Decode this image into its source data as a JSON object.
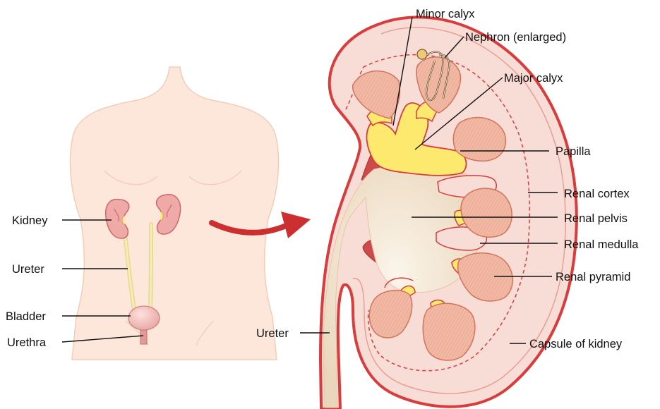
{
  "colors": {
    "skin": "#fde5d6",
    "skin_outline": "#f1c9b3",
    "kidney_tissue": "#f8dcd6",
    "capsule": "#d83c3c",
    "pyramid": "#f1b7a1",
    "calyx": "#fde96e",
    "pelvis": "#f2e4cf",
    "ureter_small": "#efe2a0",
    "bladder": "#f3c1be",
    "vessel_dark": "#cd4a4a",
    "arrow": "#cc2f2f"
  },
  "body_labels": {
    "kidney": "Kidney",
    "ureter": "Ureter",
    "bladder": "Bladder",
    "urethra": "Urethra"
  },
  "kidney_labels": {
    "minor_calyx": "Minor calyx",
    "nephron": "Nephron (enlarged)",
    "major_calyx": "Major calyx",
    "papilla": "Papilla",
    "renal_cortex": "Renal cortex",
    "renal_pelvis": "Renal pelvis",
    "renal_medulla": "Renal medulla",
    "renal_pyramid": "Renal pyramid",
    "ureter": "Ureter",
    "capsule": "Capsule of kidney"
  }
}
